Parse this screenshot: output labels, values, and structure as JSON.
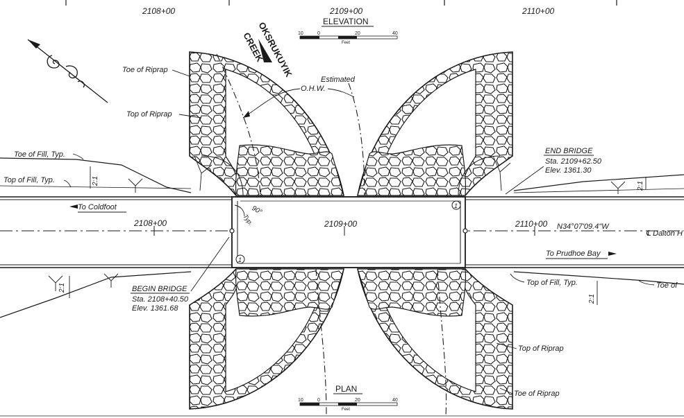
{
  "stations": {
    "s2108_top": "2108+00",
    "s2109_top": "2109+00",
    "s2110_top": "2110+00",
    "s2108_cl": "2108+00",
    "s2109_cl": "2109+00",
    "s2110_cl": "2110+00"
  },
  "elevation_title": "ELEVATION",
  "plan_title": "PLAN",
  "scale_elev": {
    "t0": "10",
    "t1": "0",
    "t2": "20",
    "t3": "40",
    "unit": "Feet"
  },
  "scale_plan": {
    "t0": "10",
    "t1": "0",
    "t2": "20",
    "t3": "40",
    "unit": "Feet"
  },
  "creek": {
    "line1": "OKSRUKUYIK",
    "line2": "CREEK"
  },
  "labels": {
    "toe_riprap_ul": "Toe of Riprap",
    "top_riprap_ul": "Top of Riprap",
    "estimated": "Estimated",
    "ohw": "O.H.W.",
    "toe_fill_left": "Toe of Fill, Typ.",
    "top_fill_left": "Top of Fill, Typ.",
    "slope_ul": "2:1",
    "slope_ur": "2:1",
    "slope_ll": "2:1",
    "slope_lr": "2:1",
    "to_coldfoot": "To Coldfoot",
    "angle": "90°",
    "typ": "Typ.",
    "bearing": "N34°07'09.4\"W",
    "dalton": "℄ Dalton H",
    "to_prudhoe": "To Prudhoe Bay",
    "top_fill_right": "Top of Fill, Typ.",
    "toe_fill_right": "Toe of",
    "top_riprap_lr": "Top of Riprap",
    "toe_riprap_lr": "Toe of Riprap",
    "pier_1": "1",
    "pier_2": "1"
  },
  "end_bridge": {
    "title": "END BRIDGE",
    "sta": "Sta. 2109+62.50",
    "elev": "Elev. 1361.30"
  },
  "begin_bridge": {
    "title": "BEGIN BRIDGE",
    "sta": "Sta. 2108+40.50",
    "elev": "Elev. 1361.68"
  }
}
